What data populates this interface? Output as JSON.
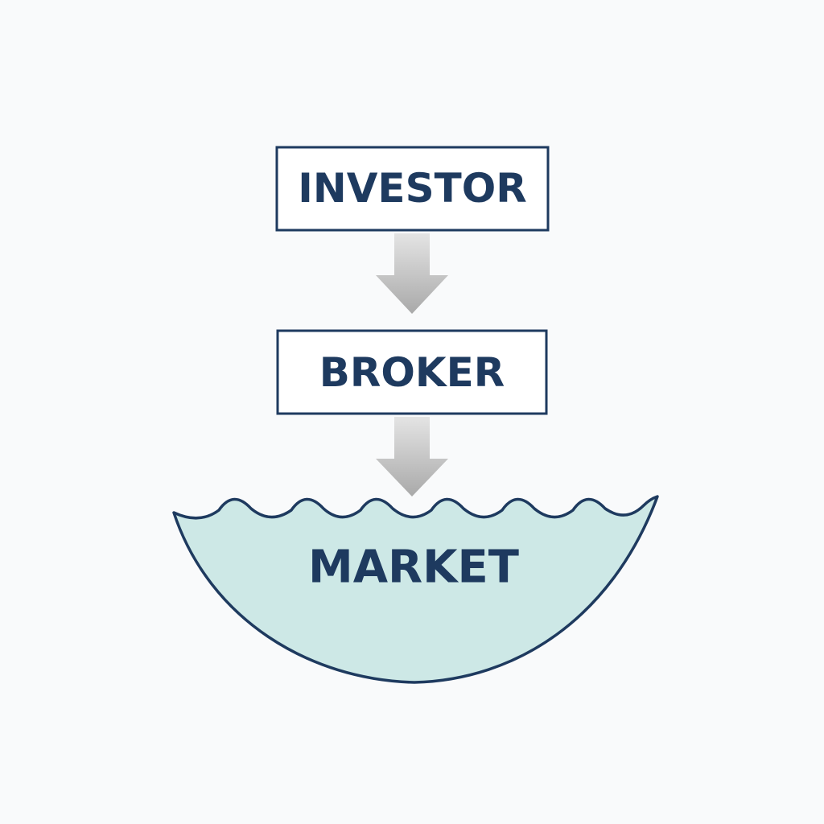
{
  "nodes": {
    "investor": "INVESTOR",
    "broker": "BROKER",
    "market": "MARKET"
  },
  "colors": {
    "background": "#f9fafb",
    "box_border": "#1e3a5f",
    "text": "#1e3a5f",
    "arrow": "#b5b5b5",
    "market_fill": "#cde8e6"
  }
}
